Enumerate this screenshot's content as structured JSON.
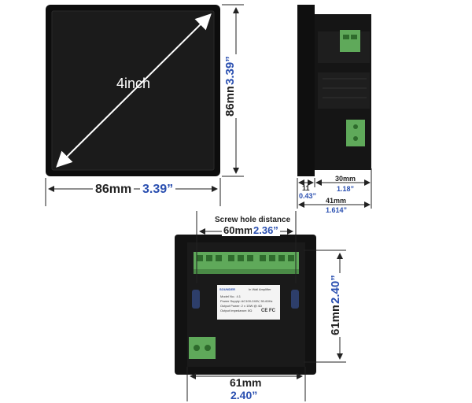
{
  "front_view": {
    "diagonal_label": "4inch",
    "width_mm": "86mm",
    "width_in": "3.39”",
    "height_mm": "86mm",
    "height_in": "3.39”"
  },
  "side_view": {
    "bezel_mm": "11",
    "bezel_in": "0.43”",
    "body_mm": "30mm",
    "body_in": "1.18”",
    "total_mm": "41mm",
    "total_in": "1.614”"
  },
  "back_view": {
    "screw_label": "Screw hole distance",
    "screw_mm": "60mm",
    "screw_in": "2.36”",
    "width_mm": "61mm",
    "width_in": "2.40”",
    "height_mm": "61mm",
    "height_in": "2.40”",
    "label_title": "In Wall Amplifier",
    "label_lines": [
      "Model No.:  4.1",
      "Power Supply:  AC100-240V, 50-60Hz",
      "Output Power:  2 x 15W @ 4Ω",
      "Output Impedance:  8Ω"
    ],
    "brand": "SOUNDER",
    "cert": "CE FC"
  },
  "colors": {
    "panel": "#101010",
    "screen": "#1a1a1a",
    "terminal_green": "#5fa95a",
    "dim_blue": "#2a4fb0"
  }
}
